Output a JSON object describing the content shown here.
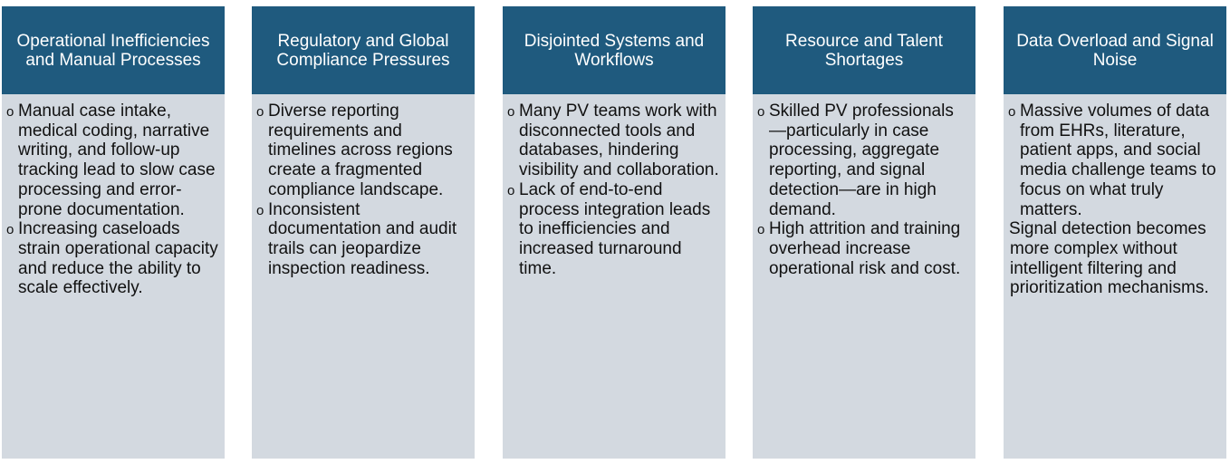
{
  "bullet_marker": "o",
  "columns": [
    {
      "title": "Operational Inefficiencies and Manual Processes",
      "bullets": [
        "Manual case intake, medical coding, narrative writing, and follow-up tracking lead to slow case processing and error-prone documentation.",
        "Increasing caseloads strain operational capacity and reduce the ability to scale effectively."
      ]
    },
    {
      "title": "Regulatory and Global Compliance Pressures",
      "bullets": [
        "Diverse reporting requirements and timelines across regions create a fragmented compliance landscape.",
        "Inconsistent documentation and audit trails can jeopardize inspection readiness."
      ]
    },
    {
      "title": "Disjointed Systems and Workflows",
      "bullets": [
        "Many PV teams work with disconnected tools and databases, hindering visibility and collaboration.",
        "Lack of end-to-end process integration leads to inefficiencies and increased turnaround time."
      ]
    },
    {
      "title": "Resource and Talent Shortages",
      "bullets": [
        "Skilled PV professionals—particularly in case processing, aggregate reporting, and signal detection—are in high demand.",
        "High attrition and training overhead increase operational risk and cost."
      ]
    },
    {
      "title": "Data Overload and Signal Noise",
      "bullets": [
        "Massive volumes of data from EHRs, literature, patient apps, and social media challenge teams to focus on what truly matters."
      ],
      "paragraph": "Signal detection becomes more complex without intelligent filtering and prioritization mechanisms."
    }
  ]
}
